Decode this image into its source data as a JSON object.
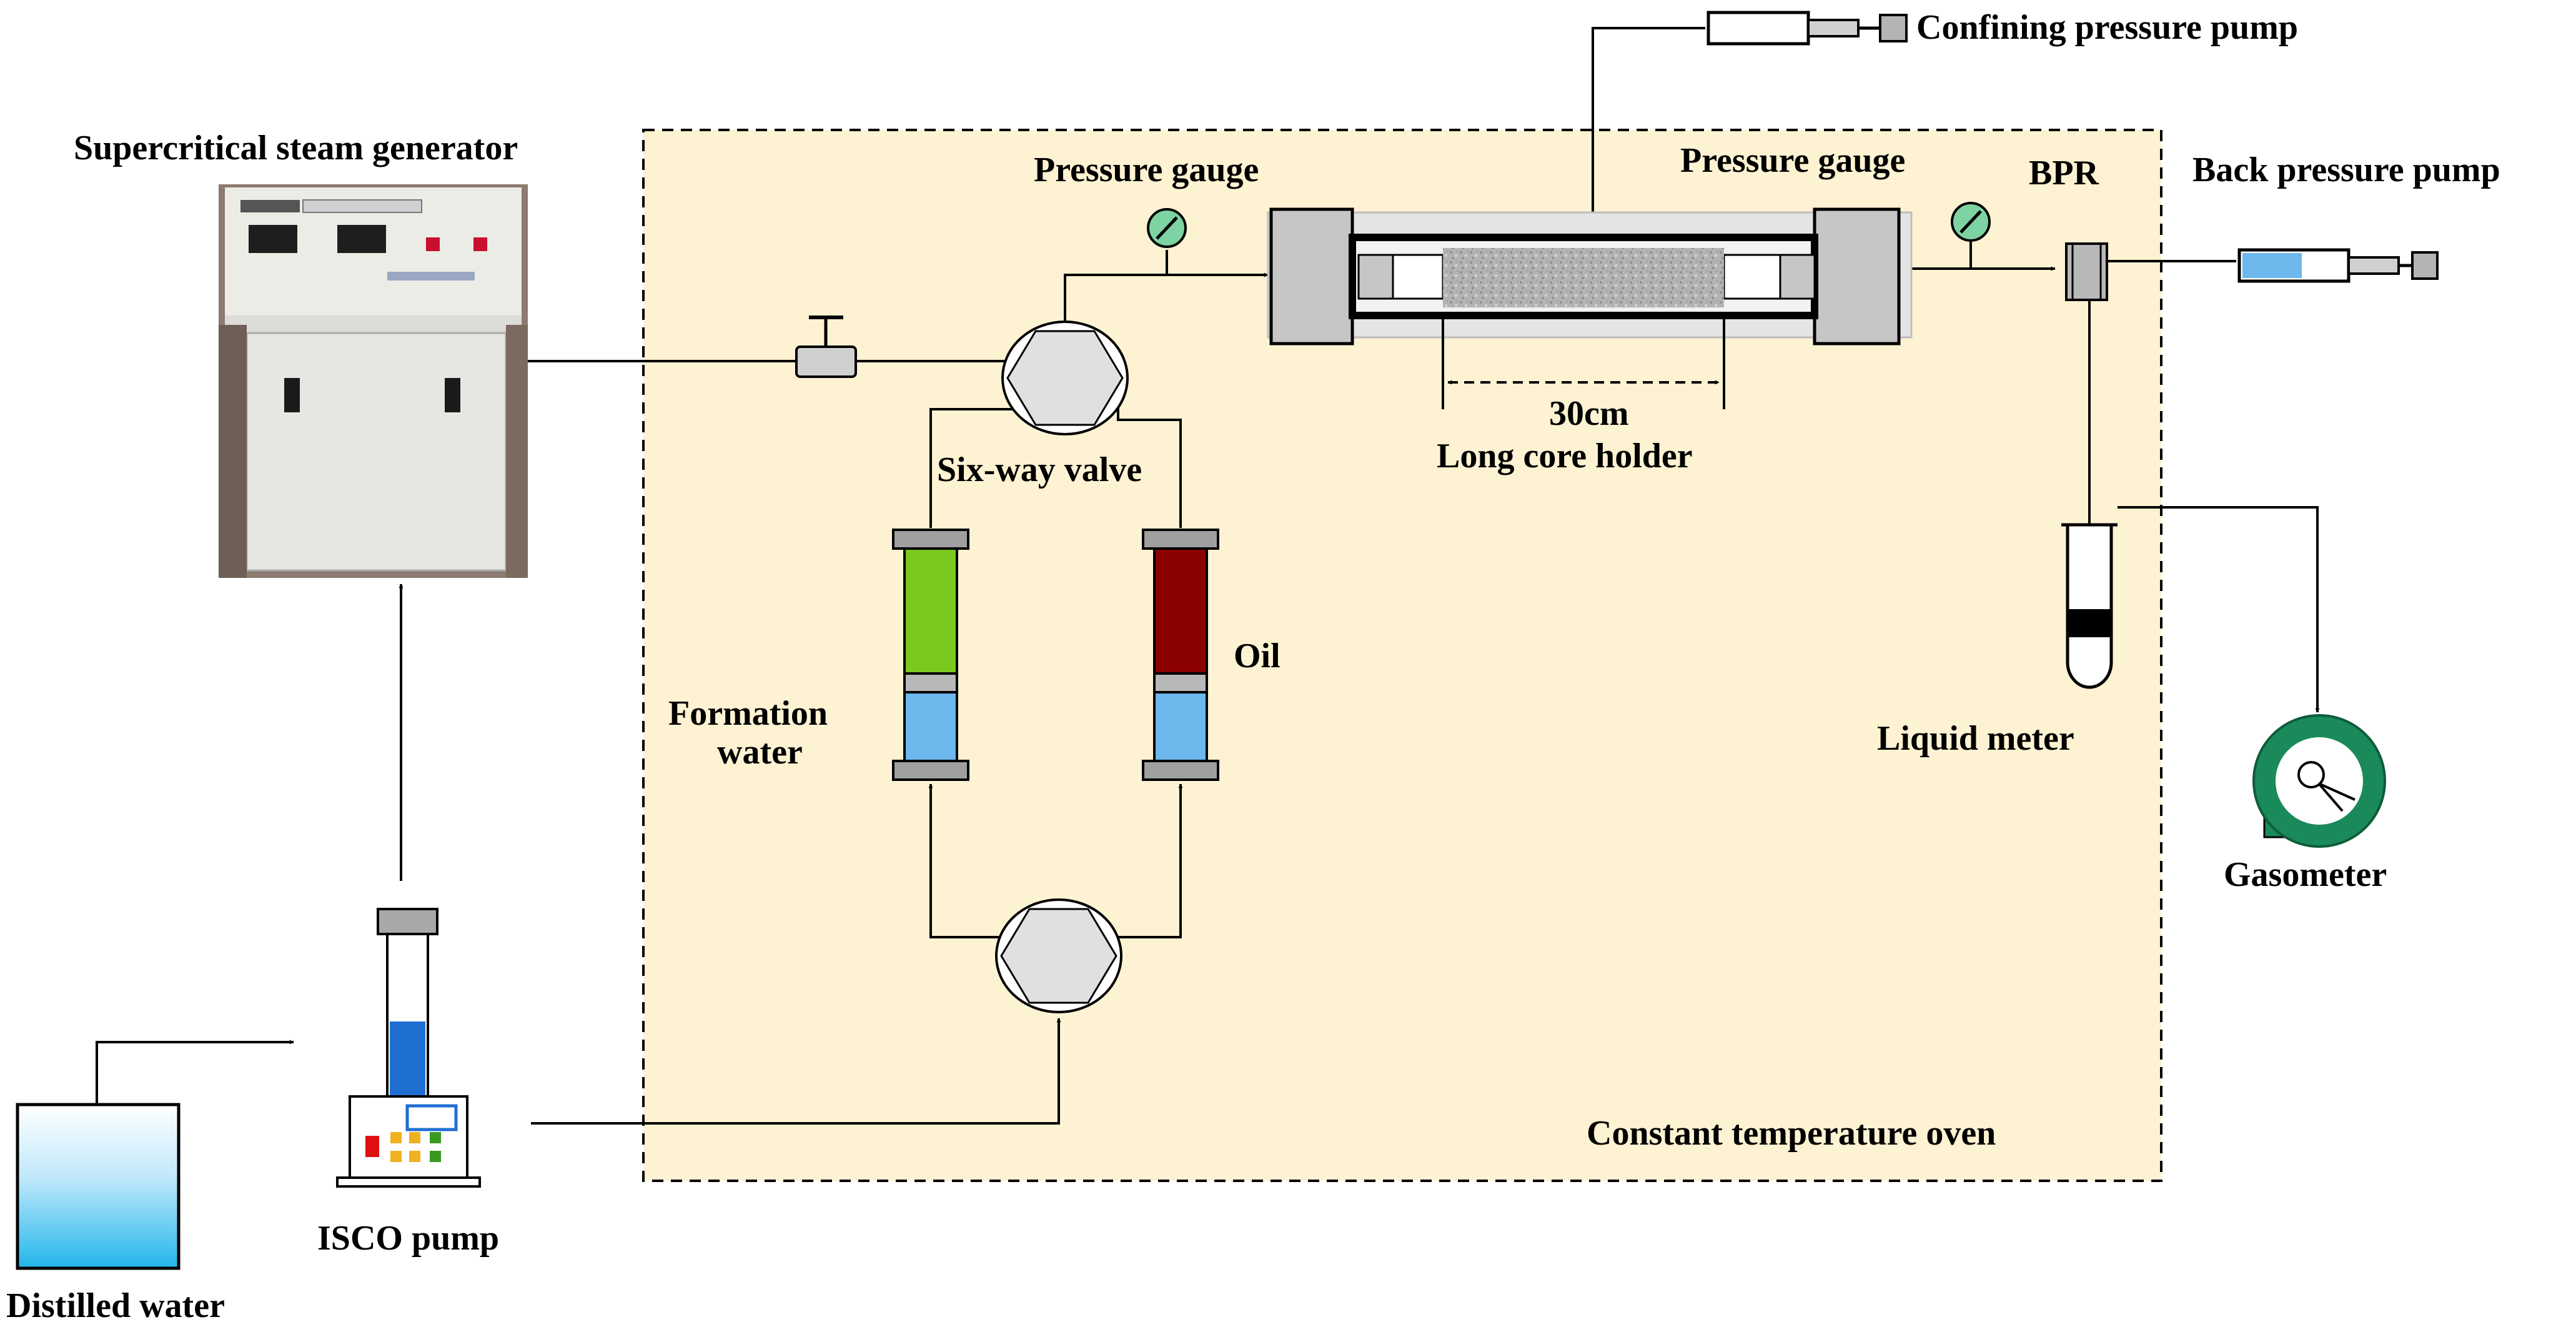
{
  "labels": {
    "steam_generator": "Supercritical steam generator",
    "pressure_gauge_left": "Pressure gauge",
    "pressure_gauge_right": "Pressure gauge",
    "confining_pump": "Confining pressure pump",
    "bpr": "BPR",
    "back_pressure_pump": "Back pressure pump",
    "six_way_valve": "Six-way valve",
    "core_length": "30cm",
    "core_holder": "Long core holder",
    "oil": "Oil",
    "formation_water_line1": "Formation",
    "formation_water_line2": "water",
    "liquid_meter": "Liquid meter",
    "gasometer": "Gasometer",
    "oven": "Constant temperature oven",
    "isco_pump": "ISCO pump",
    "distilled_water": "Distilled water"
  },
  "colors": {
    "oven_fill": "#fdf2d2",
    "formation_water": "#7ac91e",
    "oil": "#8b0000",
    "water_blue": "#6cb8ec",
    "gasometer_green": "#1a8a5a",
    "device_gray": "#c8c8c8"
  }
}
